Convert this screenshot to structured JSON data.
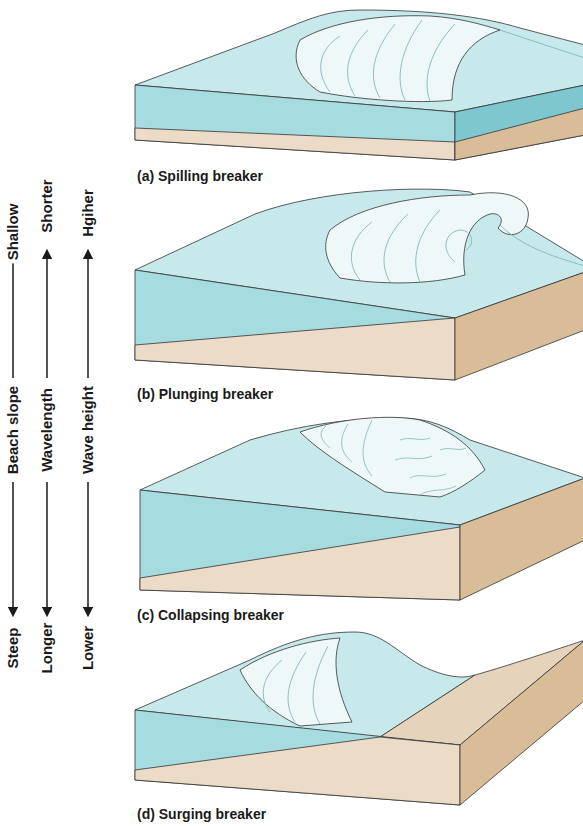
{
  "diagram": {
    "labels": [
      "Shallow",
      "Beach slope",
      "Steep",
      "Shorter",
      "Wavelength",
      "Longer",
      "Hgiher",
      "Wave height",
      "Lower",
      "(a) Spilling breaker",
      "(b) Plunging breaker",
      "(c) Collapsing breaker",
      "(d) Surging breaker"
    ]
  }
}
